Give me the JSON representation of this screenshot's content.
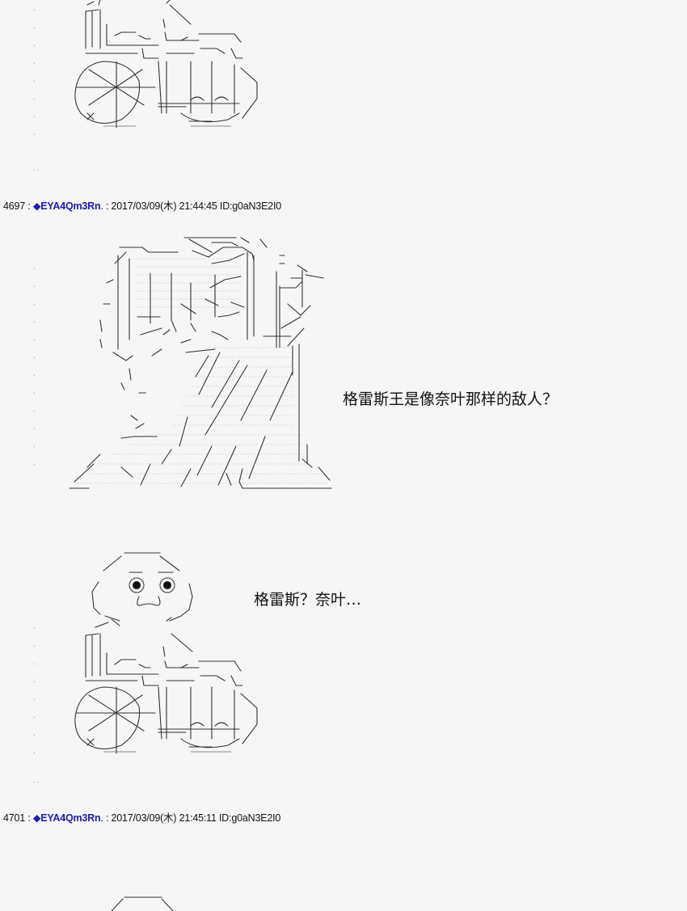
{
  "posts": [
    {
      "number": "4697",
      "separator": " : ",
      "trip_marker": "◆",
      "trip": "EYA4Qm3Rn",
      "suffix": ". : ",
      "date": "2017/03/09(木) 21:44:45 ID:g0aN3E2I0"
    },
    {
      "number": "4701",
      "separator": " : ",
      "trip_marker": "◆",
      "trip": "EYA4Qm3Rn",
      "suffix": ". : ",
      "date": "2017/03/09(木) 21:45:11 ID:g0aN3E2I0"
    }
  ],
  "dialogue": {
    "line1": "格雷斯王是像奈叶那样的敌人？",
    "line2": "格雷斯？奈叶…"
  }
}
